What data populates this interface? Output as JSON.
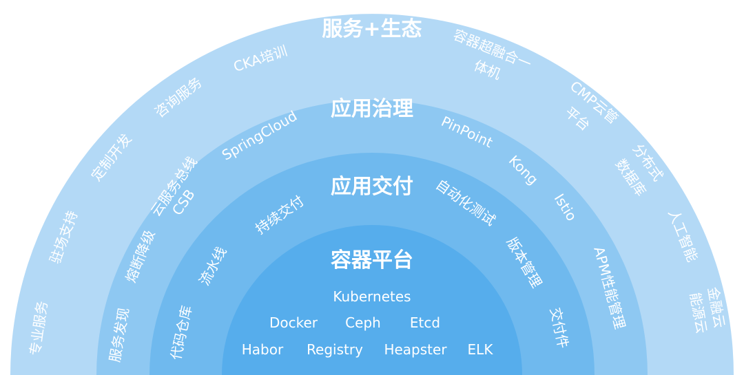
{
  "colors": {
    "outer_ring": "#b3d9f6",
    "ring_2": "#8ec8f2",
    "ring_3": "#6fb9ee",
    "core": "#56adec",
    "text": "#ffffff"
  },
  "rings": {
    "outer": {
      "title": "服务+生态",
      "items": [
        "专业服务",
        "驻场支持",
        "定制开发",
        "咨询服务",
        "CKA培训",
        "容器超融合一",
        "体机",
        "CMP云管",
        "平台",
        "分布式",
        "数据库",
        "人工智能",
        "金融云",
        "能源云"
      ]
    },
    "governance": {
      "title": "应用治理",
      "items": [
        "服务发现",
        "熔断降级",
        "云服务总线",
        "CSB",
        "SpringCloud",
        "PinPoint",
        "Kong",
        "Istio",
        "APM性能管理"
      ]
    },
    "delivery": {
      "title": "应用交付",
      "items": [
        "代码仓库",
        "流水线",
        "持续交付",
        "自动化测试",
        "版本管理",
        "交付件"
      ]
    },
    "core": {
      "title": "容器平台",
      "items": [
        "Kubernetes",
        "Docker",
        "Ceph",
        "Etcd",
        "Habor",
        "Registry",
        "Heapster",
        "ELK"
      ]
    }
  }
}
